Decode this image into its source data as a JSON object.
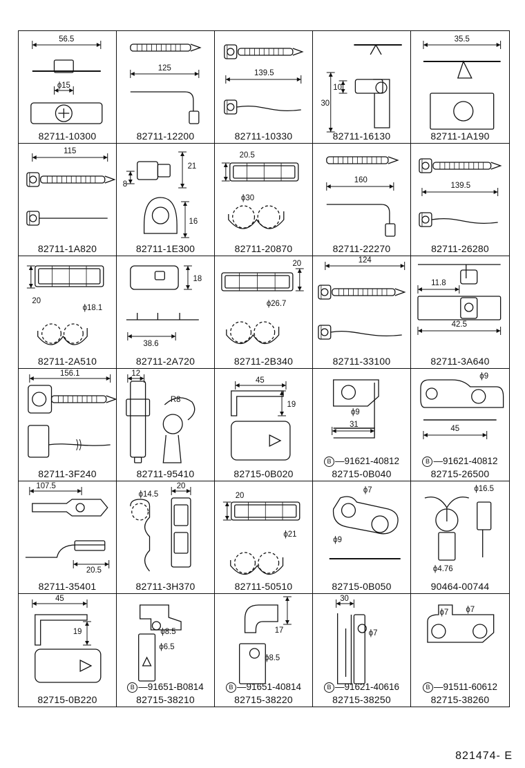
{
  "figure_id": "821474- E",
  "sub_prefix": "B",
  "cells": [
    {
      "part": "82711-10300",
      "dims": [
        "56.5",
        "ϕ15"
      ],
      "sub": null
    },
    {
      "part": "82711-12200",
      "dims": [
        "125"
      ],
      "sub": null
    },
    {
      "part": "82711-10330",
      "dims": [
        "139.5"
      ],
      "sub": null
    },
    {
      "part": "82711-16130",
      "dims": [
        "10",
        "30"
      ],
      "sub": null
    },
    {
      "part": "82711-1A190",
      "dims": [
        "35.5"
      ],
      "sub": null
    },
    {
      "part": "82711-1A820",
      "dims": [
        "115"
      ],
      "sub": null
    },
    {
      "part": "82711-1E300",
      "dims": [
        "21",
        "8",
        "16"
      ],
      "sub": null
    },
    {
      "part": "82711-20870",
      "dims": [
        "20.5",
        "ϕ30"
      ],
      "sub": null
    },
    {
      "part": "82711-22270",
      "dims": [
        "160"
      ],
      "sub": null
    },
    {
      "part": "82711-26280",
      "dims": [
        "139.5"
      ],
      "sub": null
    },
    {
      "part": "82711-2A510",
      "dims": [
        "20",
        "ϕ18.1"
      ],
      "sub": null
    },
    {
      "part": "82711-2A720",
      "dims": [
        "18",
        "38.6"
      ],
      "sub": null
    },
    {
      "part": "82711-2B340",
      "dims": [
        "20",
        "ϕ26.7"
      ],
      "sub": null
    },
    {
      "part": "82711-33100",
      "dims": [
        "124"
      ],
      "sub": null
    },
    {
      "part": "82711-3A640",
      "dims": [
        "11.8",
        "42.5"
      ],
      "sub": null
    },
    {
      "part": "82711-3F240",
      "dims": [
        "156.1"
      ],
      "sub": null
    },
    {
      "part": "82711-95410",
      "dims": [
        "12",
        "R8"
      ],
      "sub": null
    },
    {
      "part": "82715-0B020",
      "dims": [
        "45",
        "19"
      ],
      "sub": null
    },
    {
      "part": "82715-0B040",
      "dims": [
        "ϕ9",
        "31"
      ],
      "sub": "91621-40812"
    },
    {
      "part": "82715-26500",
      "dims": [
        "ϕ9",
        "45"
      ],
      "sub": "91621-40812"
    },
    {
      "part": "82711-35401",
      "dims": [
        "107.5",
        "20.5"
      ],
      "sub": null
    },
    {
      "part": "82711-3H370",
      "dims": [
        "ϕ14.5",
        "20"
      ],
      "sub": null
    },
    {
      "part": "82711-50510",
      "dims": [
        "20",
        "ϕ21"
      ],
      "sub": null
    },
    {
      "part": "82715-0B050",
      "dims": [
        "ϕ7",
        "ϕ9"
      ],
      "sub": null
    },
    {
      "part": "90464-00744",
      "dims": [
        "ϕ16.5",
        "ϕ4.76"
      ],
      "sub": null
    },
    {
      "part": "82715-0B220",
      "dims": [
        "45",
        "19"
      ],
      "sub": null
    },
    {
      "part": "82715-38210",
      "dims": [
        "ϕ8.5",
        "ϕ6.5"
      ],
      "sub": "91651-B0814"
    },
    {
      "part": "82715-38220",
      "dims": [
        "17",
        "ϕ8.5"
      ],
      "sub": "91651-40814"
    },
    {
      "part": "82715-38250",
      "dims": [
        "30",
        "ϕ7"
      ],
      "sub": "91621-40616"
    },
    {
      "part": "82715-38260",
      "dims": [
        "ϕ7",
        "ϕ7"
      ],
      "sub": "91511-60612"
    }
  ]
}
